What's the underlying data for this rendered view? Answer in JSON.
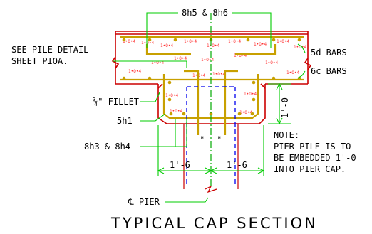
{
  "drawing": {
    "title": "TYPICAL CAP SECTION",
    "labels": {
      "top_bars": "8h5 & 8h6",
      "pile_detail_line1": "SEE PILE DETAIL",
      "pile_detail_line2": "SHEET PIOA.",
      "bars_5d": "5d BARS",
      "bars_6c": "6c BARS",
      "fillet": "¾\" FILLET",
      "stirrup": "5h1",
      "bottom_bars": "8h3 & 8h4",
      "dim_left": "1'-6",
      "dim_right": "1'-6",
      "dim_vertical": "1'-0",
      "centerline": "℄ PIER",
      "note_title": "NOTE:",
      "note_line1": "PIER PILE IS TO",
      "note_line2": "BE EMBEDDED 1'-0",
      "note_line3": "INTO PIER CAP.",
      "concrete_symbol": "1•O•4",
      "bar_tag": "H"
    },
    "colors": {
      "concrete_outline": "#cc0000",
      "concrete_hatch": "#ff3333",
      "rebar": "#c8a000",
      "leader": "#00cc00",
      "dimension": "#00cc00",
      "pile": "#0000ee",
      "centerline": "#00aa00",
      "text": "#000000"
    }
  }
}
